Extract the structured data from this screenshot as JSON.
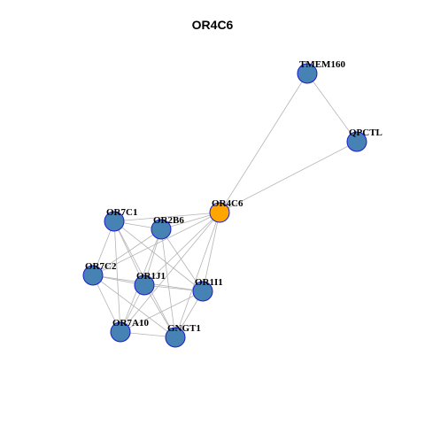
{
  "title": "OR4C6",
  "colors": {
    "query_node": "#FFA500",
    "node": "#4682B4",
    "node_border": "#1c1ccc",
    "edge": "#b4b4b4"
  },
  "network": {
    "query": "OR4C6",
    "nodes": [
      {
        "id": "TMEM160",
        "label": "TMEM160",
        "role": "neighbor"
      },
      {
        "id": "QPCTL",
        "label": "QPCTL",
        "role": "neighbor"
      },
      {
        "id": "OR4C6",
        "label": "OR4C6",
        "role": "query"
      },
      {
        "id": "OR7C1",
        "label": "OR7C1",
        "role": "neighbor"
      },
      {
        "id": "OR2B6",
        "label": "OR2B6",
        "role": "neighbor"
      },
      {
        "id": "OR7C2",
        "label": "OR7C2",
        "role": "neighbor"
      },
      {
        "id": "OR1J1",
        "label": "OR1J1",
        "role": "neighbor"
      },
      {
        "id": "OR1I1",
        "label": "OR1I1",
        "role": "neighbor"
      },
      {
        "id": "OR7A10",
        "label": "OR7A10",
        "role": "neighbor"
      },
      {
        "id": "GNGT1",
        "label": "GNGT1",
        "role": "neighbor"
      }
    ],
    "edges": [
      [
        "TMEM160",
        "QPCTL"
      ],
      [
        "TMEM160",
        "OR4C6"
      ],
      [
        "QPCTL",
        "OR4C6"
      ],
      [
        "OR4C6",
        "OR7C1"
      ],
      [
        "OR4C6",
        "OR2B6"
      ],
      [
        "OR4C6",
        "OR7C2"
      ],
      [
        "OR4C6",
        "OR1J1"
      ],
      [
        "OR4C6",
        "OR1I1"
      ],
      [
        "OR4C6",
        "OR7A10"
      ],
      [
        "OR4C6",
        "GNGT1"
      ],
      [
        "OR7C1",
        "OR2B6"
      ],
      [
        "OR7C1",
        "OR7C2"
      ],
      [
        "OR7C1",
        "OR1J1"
      ],
      [
        "OR7C1",
        "OR1I1"
      ],
      [
        "OR7C1",
        "OR7A10"
      ],
      [
        "OR7C1",
        "GNGT1"
      ],
      [
        "OR2B6",
        "OR7C2"
      ],
      [
        "OR2B6",
        "OR1J1"
      ],
      [
        "OR2B6",
        "OR1I1"
      ],
      [
        "OR2B6",
        "OR7A10"
      ],
      [
        "OR2B6",
        "GNGT1"
      ],
      [
        "OR7C2",
        "OR1J1"
      ],
      [
        "OR7C2",
        "OR1I1"
      ],
      [
        "OR7C2",
        "OR7A10"
      ],
      [
        "OR7C2",
        "GNGT1"
      ],
      [
        "OR1J1",
        "OR1I1"
      ],
      [
        "OR1J1",
        "OR7A10"
      ],
      [
        "OR1J1",
        "GNGT1"
      ],
      [
        "OR1I1",
        "OR7A10"
      ],
      [
        "OR1I1",
        "GNGT1"
      ],
      [
        "OR7A10",
        "GNGT1"
      ]
    ]
  }
}
